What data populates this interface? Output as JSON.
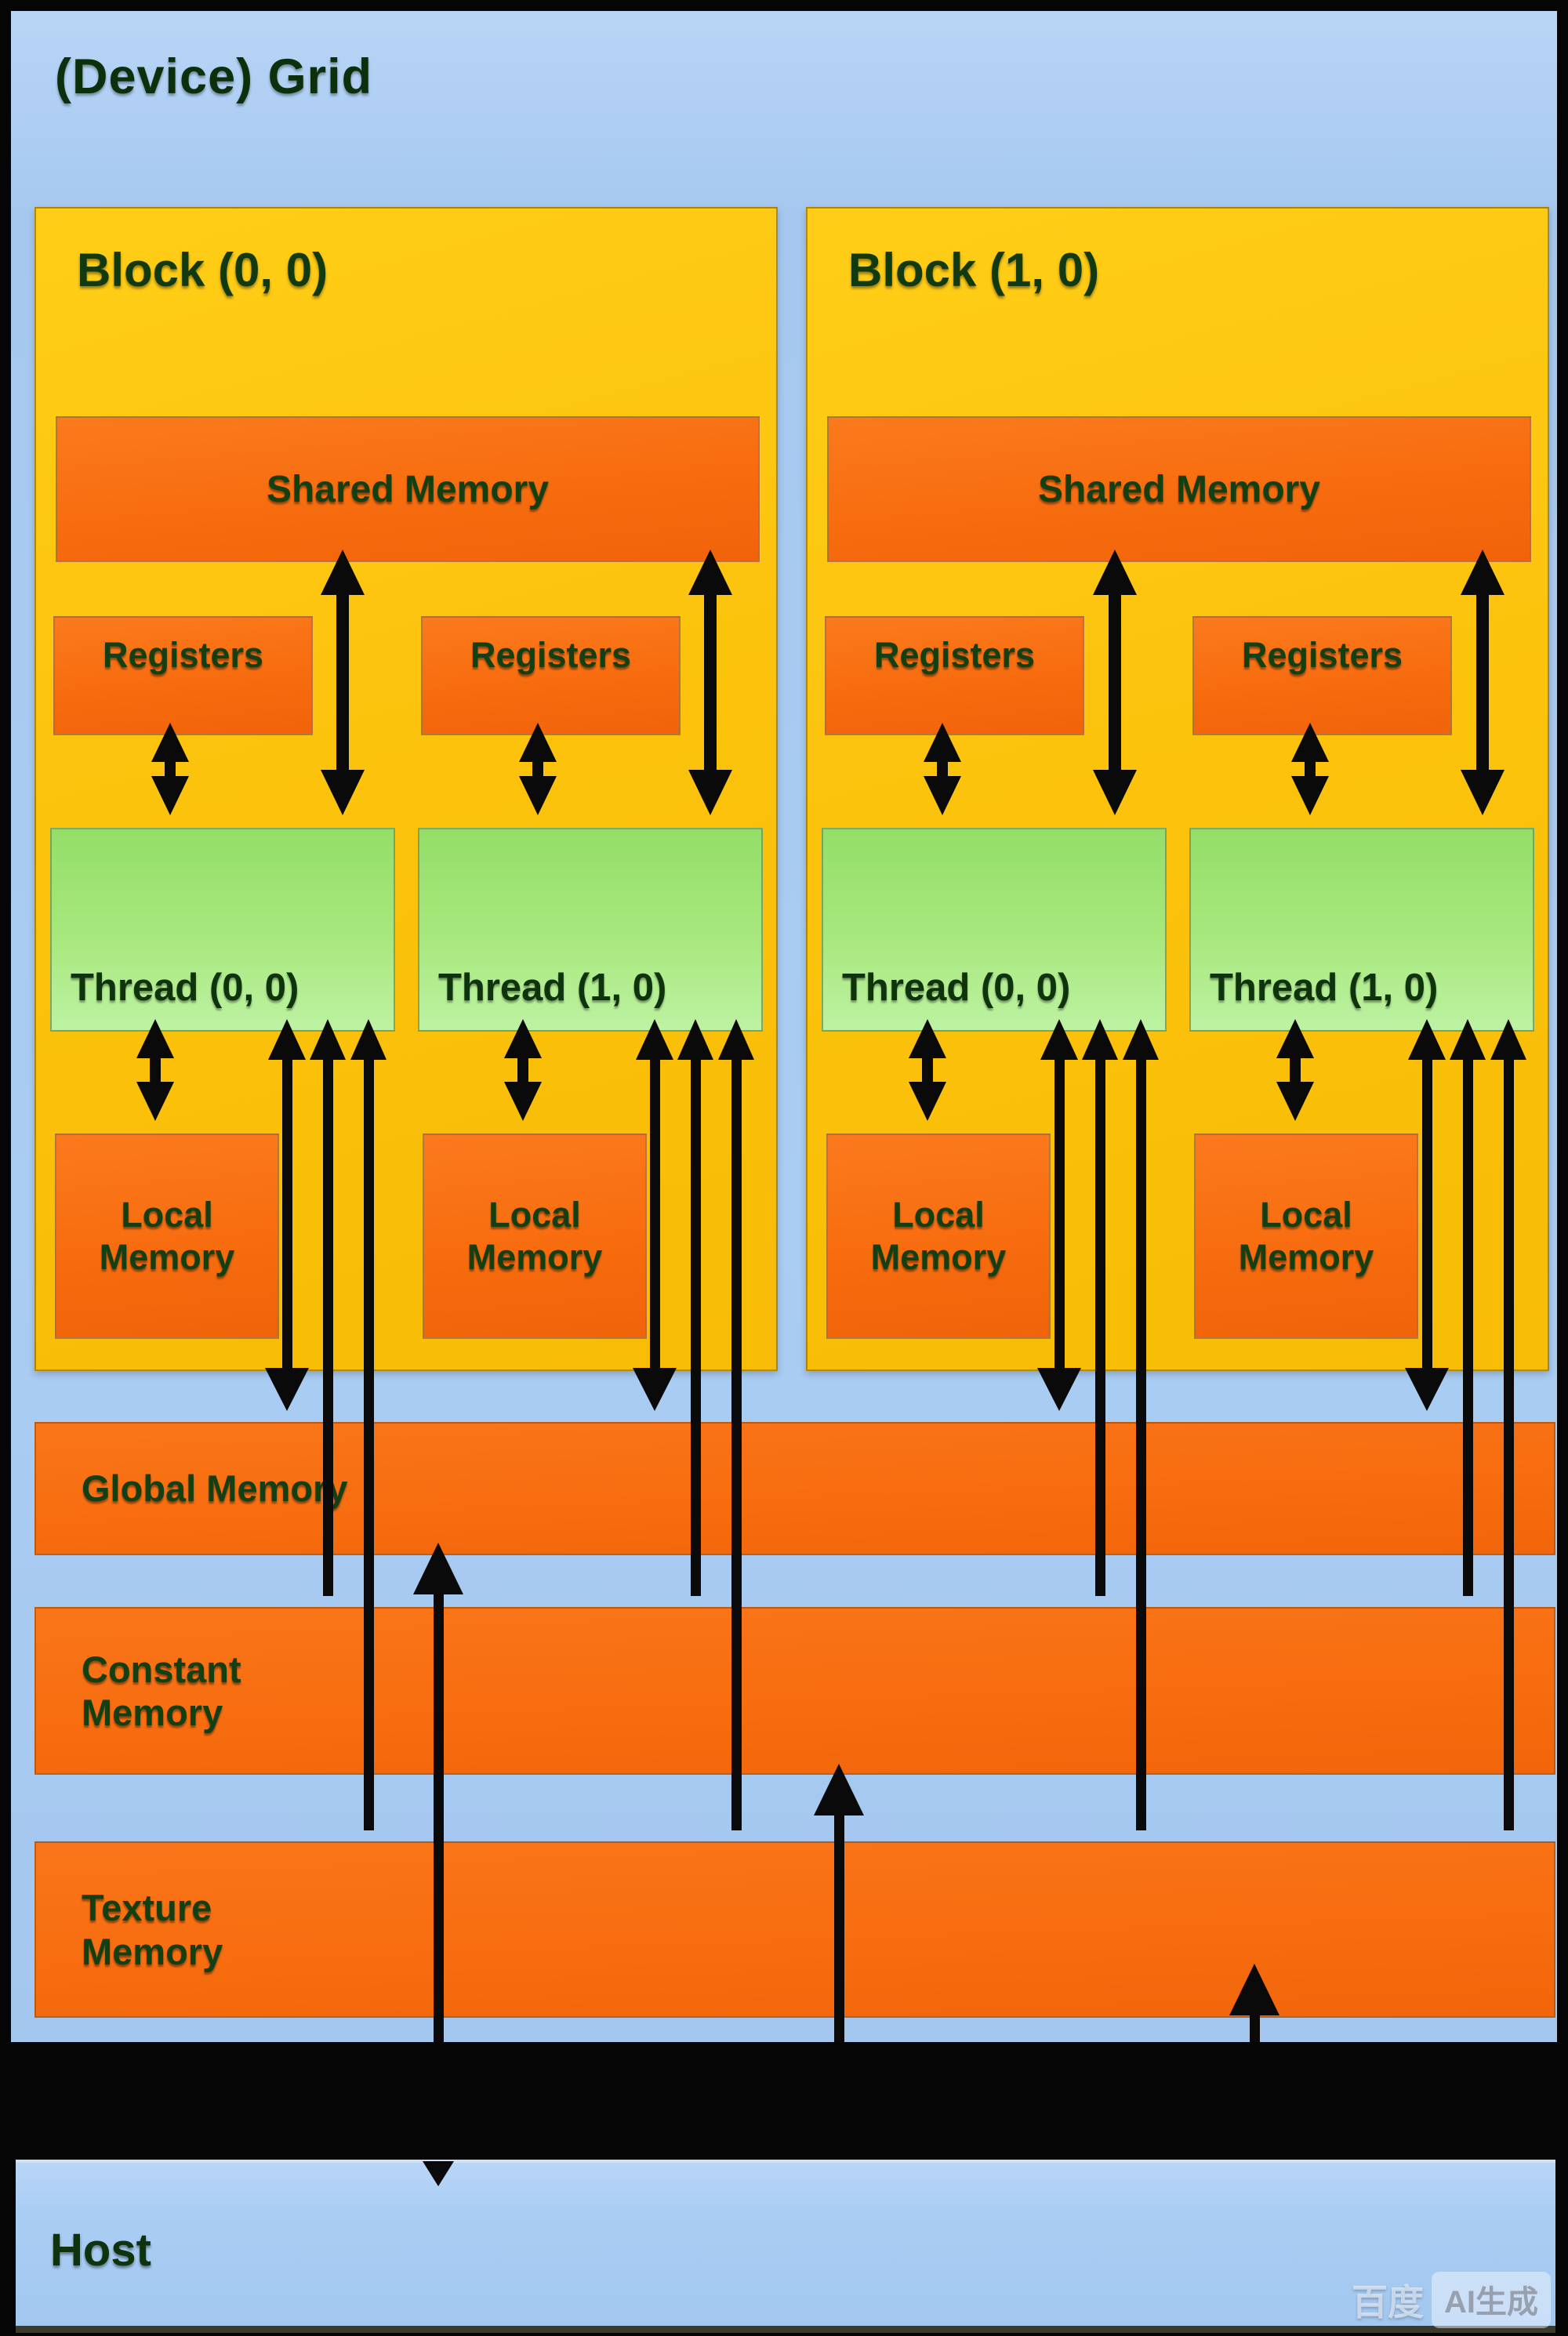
{
  "title": "(Device) Grid",
  "blocks": [
    {
      "label": "Block (0, 0)",
      "shared": "Shared Memory",
      "threads": [
        {
          "registers": "Registers",
          "label": "Thread (0, 0)",
          "local": "Local Memory"
        },
        {
          "registers": "Registers",
          "label": "Thread (1, 0)",
          "local": "Local Memory"
        }
      ]
    },
    {
      "label": "Block (1, 0)",
      "shared": "Shared Memory",
      "threads": [
        {
          "registers": "Registers",
          "label": "Thread (0, 0)",
          "local": "Local Memory"
        },
        {
          "registers": "Registers",
          "label": "Thread (1, 0)",
          "local": "Local Memory"
        }
      ]
    }
  ],
  "memories": {
    "global": "Global Memory",
    "constant": "Constant Memory",
    "texture": "Texture Memory"
  },
  "host": {
    "label": "Host"
  },
  "watermark": {
    "brand": "百度",
    "badge": "AI生成"
  },
  "colors": {
    "background_blue": "#a6c8f0",
    "block_yellow": "#fcc30d",
    "memory_orange": "#f76c0f",
    "thread_green": "#a8e87e",
    "text_green": "#113a10",
    "arrow_black": "#0a0a0a",
    "host_blue": "#a9cdf3",
    "frame_black": "#050505"
  }
}
